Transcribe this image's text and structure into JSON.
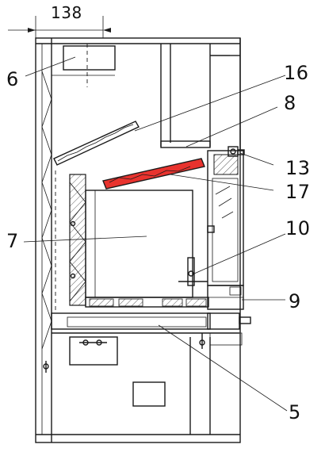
{
  "dimension": {
    "value": "138"
  },
  "callouts": [
    {
      "id": "6",
      "text": "6"
    },
    {
      "id": "16",
      "text": "16"
    },
    {
      "id": "8",
      "text": "8"
    },
    {
      "id": "13",
      "text": "13"
    },
    {
      "id": "17",
      "text": "17"
    },
    {
      "id": "7",
      "text": "7"
    },
    {
      "id": "10",
      "text": "10"
    },
    {
      "id": "9",
      "text": "9"
    },
    {
      "id": "5",
      "text": "5"
    }
  ],
  "colors": {
    "deflector_fill": "#e8332e",
    "line": "#1a1a1a",
    "background": "#ffffff"
  }
}
